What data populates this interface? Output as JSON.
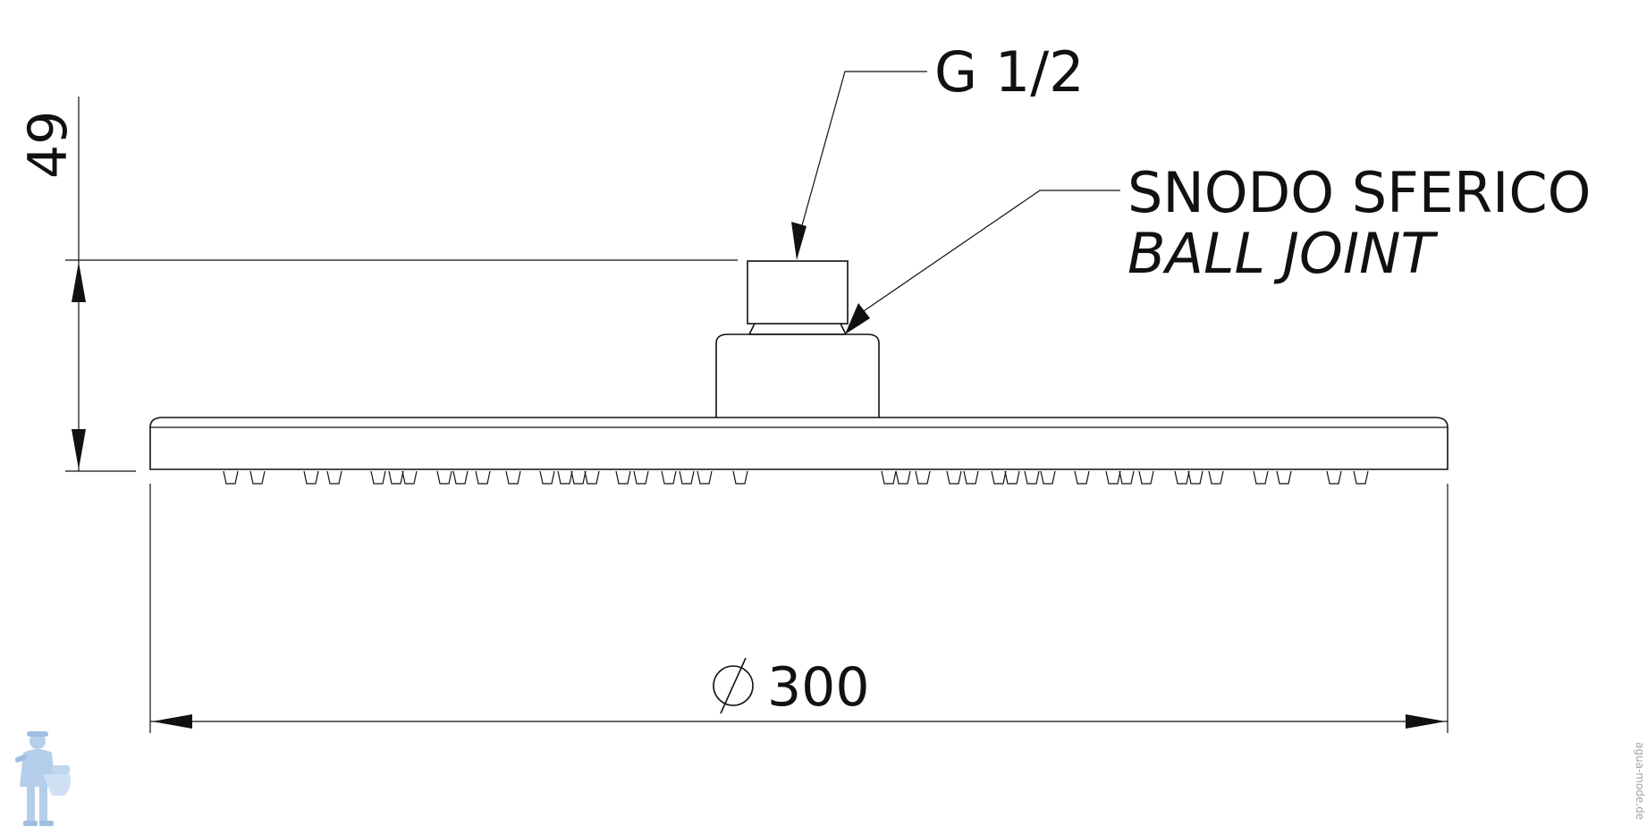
{
  "drawing": {
    "thread_label": "G 1/2",
    "ball_joint_label_it": "SNODO SFERICO",
    "ball_joint_label_en": "BALL JOINT",
    "height_dimension": "49",
    "diameter_dimension": "300",
    "diameter_symbol": "⌀"
  },
  "watermark": {
    "text": "agua-mode.de",
    "logo": "plumber-mascot-icon"
  },
  "colors": {
    "line": "#111111",
    "background": "#ffffff",
    "watermark": "#9aa4ad",
    "logo": "#a9c6e8"
  }
}
